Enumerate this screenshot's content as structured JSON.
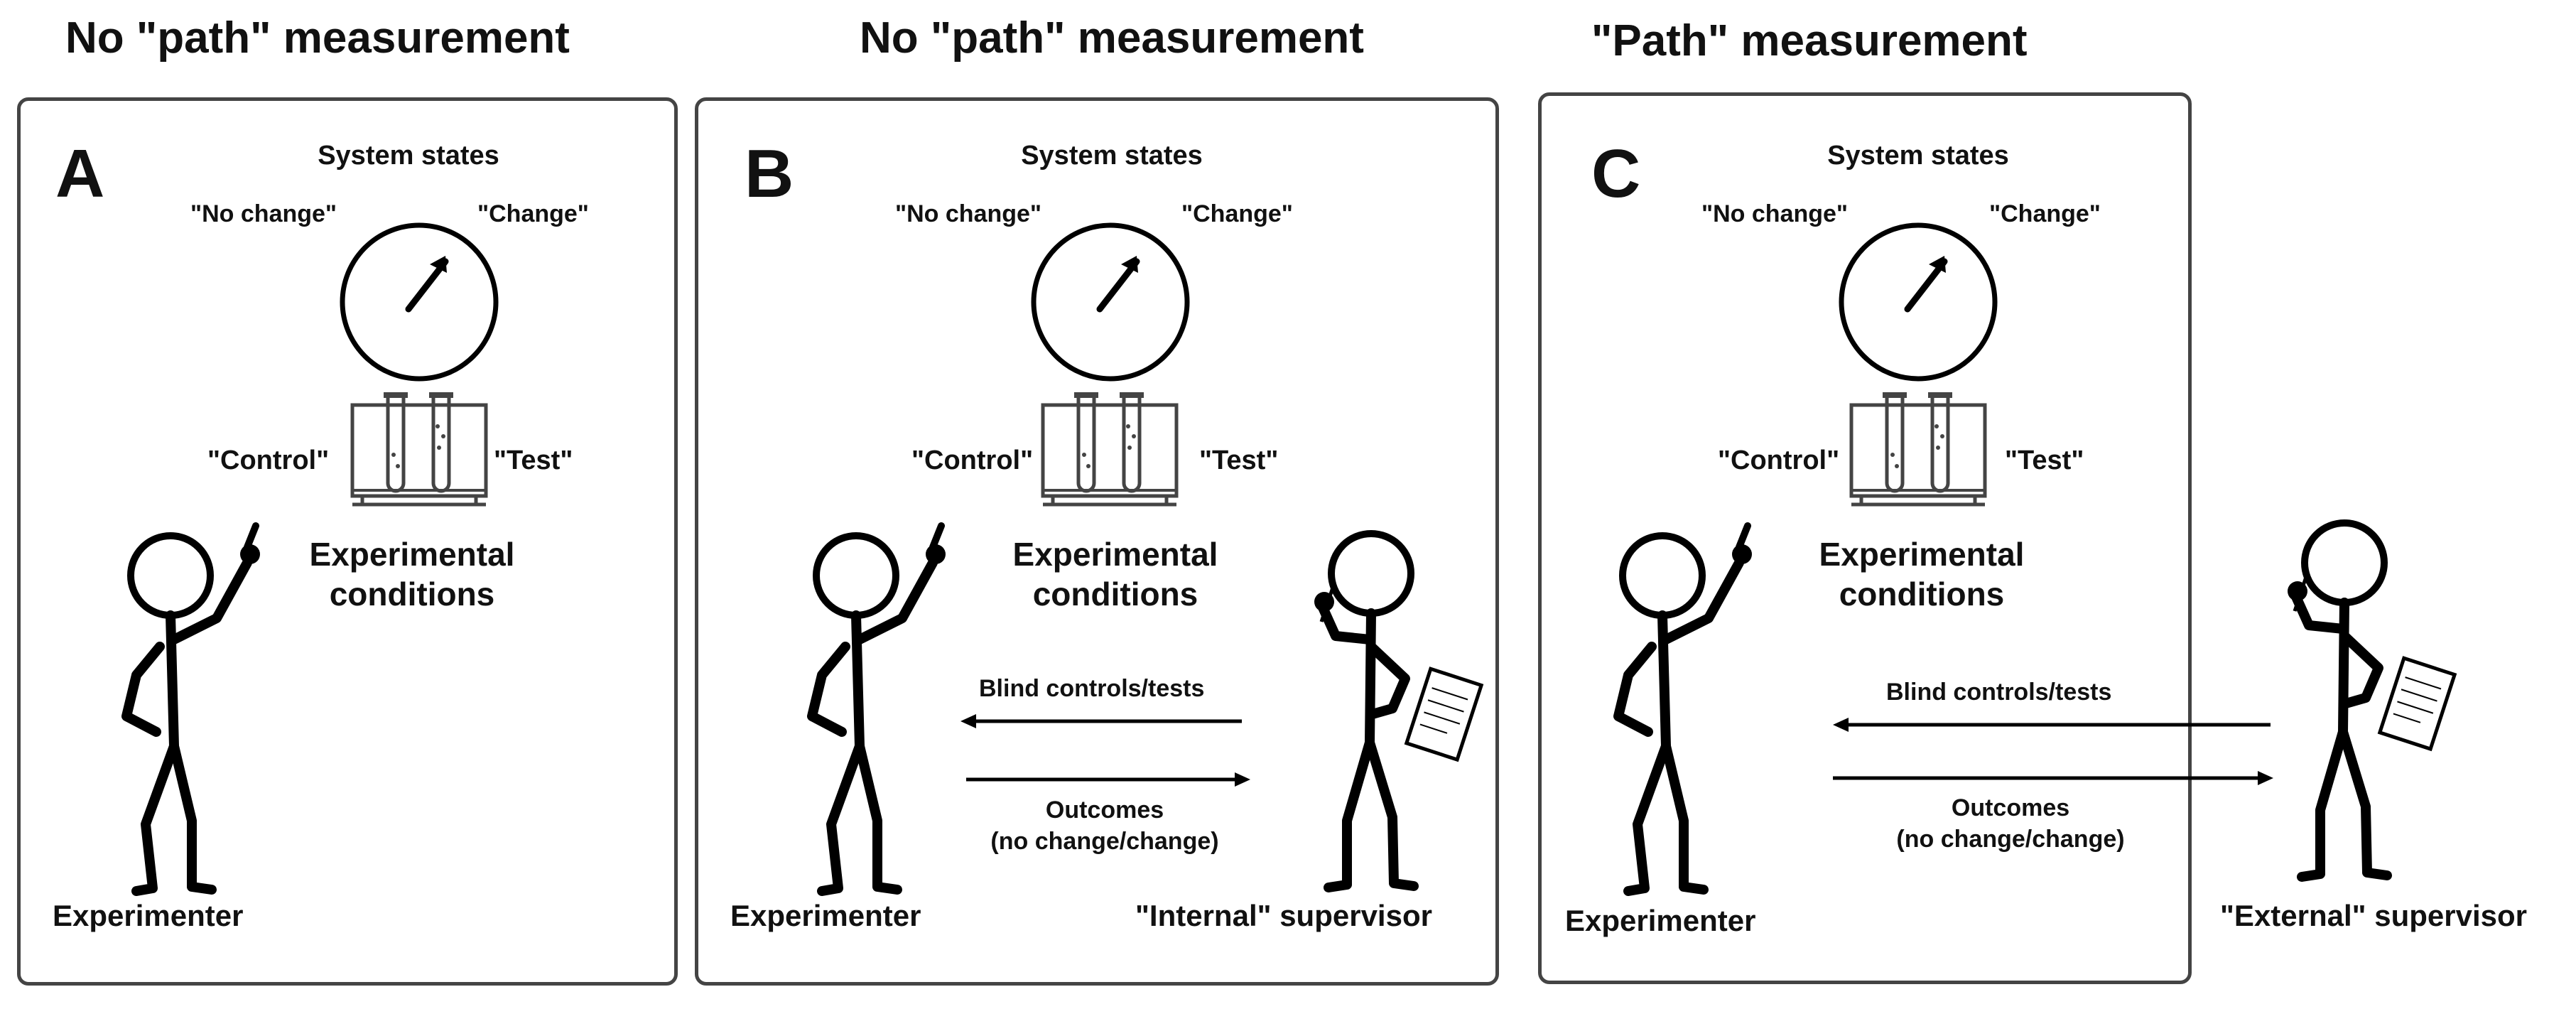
{
  "headings": {
    "a": "No \"path\" measurement",
    "b": "No \"path\" measurement",
    "c": "\"Path\" measurement"
  },
  "panels": {
    "a": {
      "letter": "A",
      "system_states": "System states",
      "no_change": "\"No change\"",
      "change": "\"Change\"",
      "control": "\"Control\"",
      "test": "\"Test\"",
      "conditions_line1": "Experimental",
      "conditions_line2": "conditions",
      "experimenter": "Experimenter"
    },
    "b": {
      "letter": "B",
      "system_states": "System states",
      "no_change": "\"No change\"",
      "change": "\"Change\"",
      "control": "\"Control\"",
      "test": "\"Test\"",
      "conditions_line1": "Experimental",
      "conditions_line2": "conditions",
      "experimenter": "Experimenter",
      "supervisor": "\"Internal\" supervisor",
      "blind": "Blind controls/tests",
      "outcomes_line1": "Outcomes",
      "outcomes_line2": "(no change/change)"
    },
    "c": {
      "letter": "C",
      "system_states": "System states",
      "no_change": "\"No change\"",
      "change": "\"Change\"",
      "control": "\"Control\"",
      "test": "\"Test\"",
      "conditions_line1": "Experimental",
      "conditions_line2": "conditions",
      "experimenter": "Experimenter",
      "supervisor": "\"External\" supervisor",
      "blind": "Blind controls/tests",
      "outcomes_line1": "Outcomes",
      "outcomes_line2": "(no change/change)"
    }
  },
  "icons": {
    "dial": "gauge-dial-icon",
    "tubes": "test-tube-rack-icon",
    "experimenter": "stick-figure-pointing-icon",
    "supervisor": "stick-figure-clipboard-icon"
  }
}
